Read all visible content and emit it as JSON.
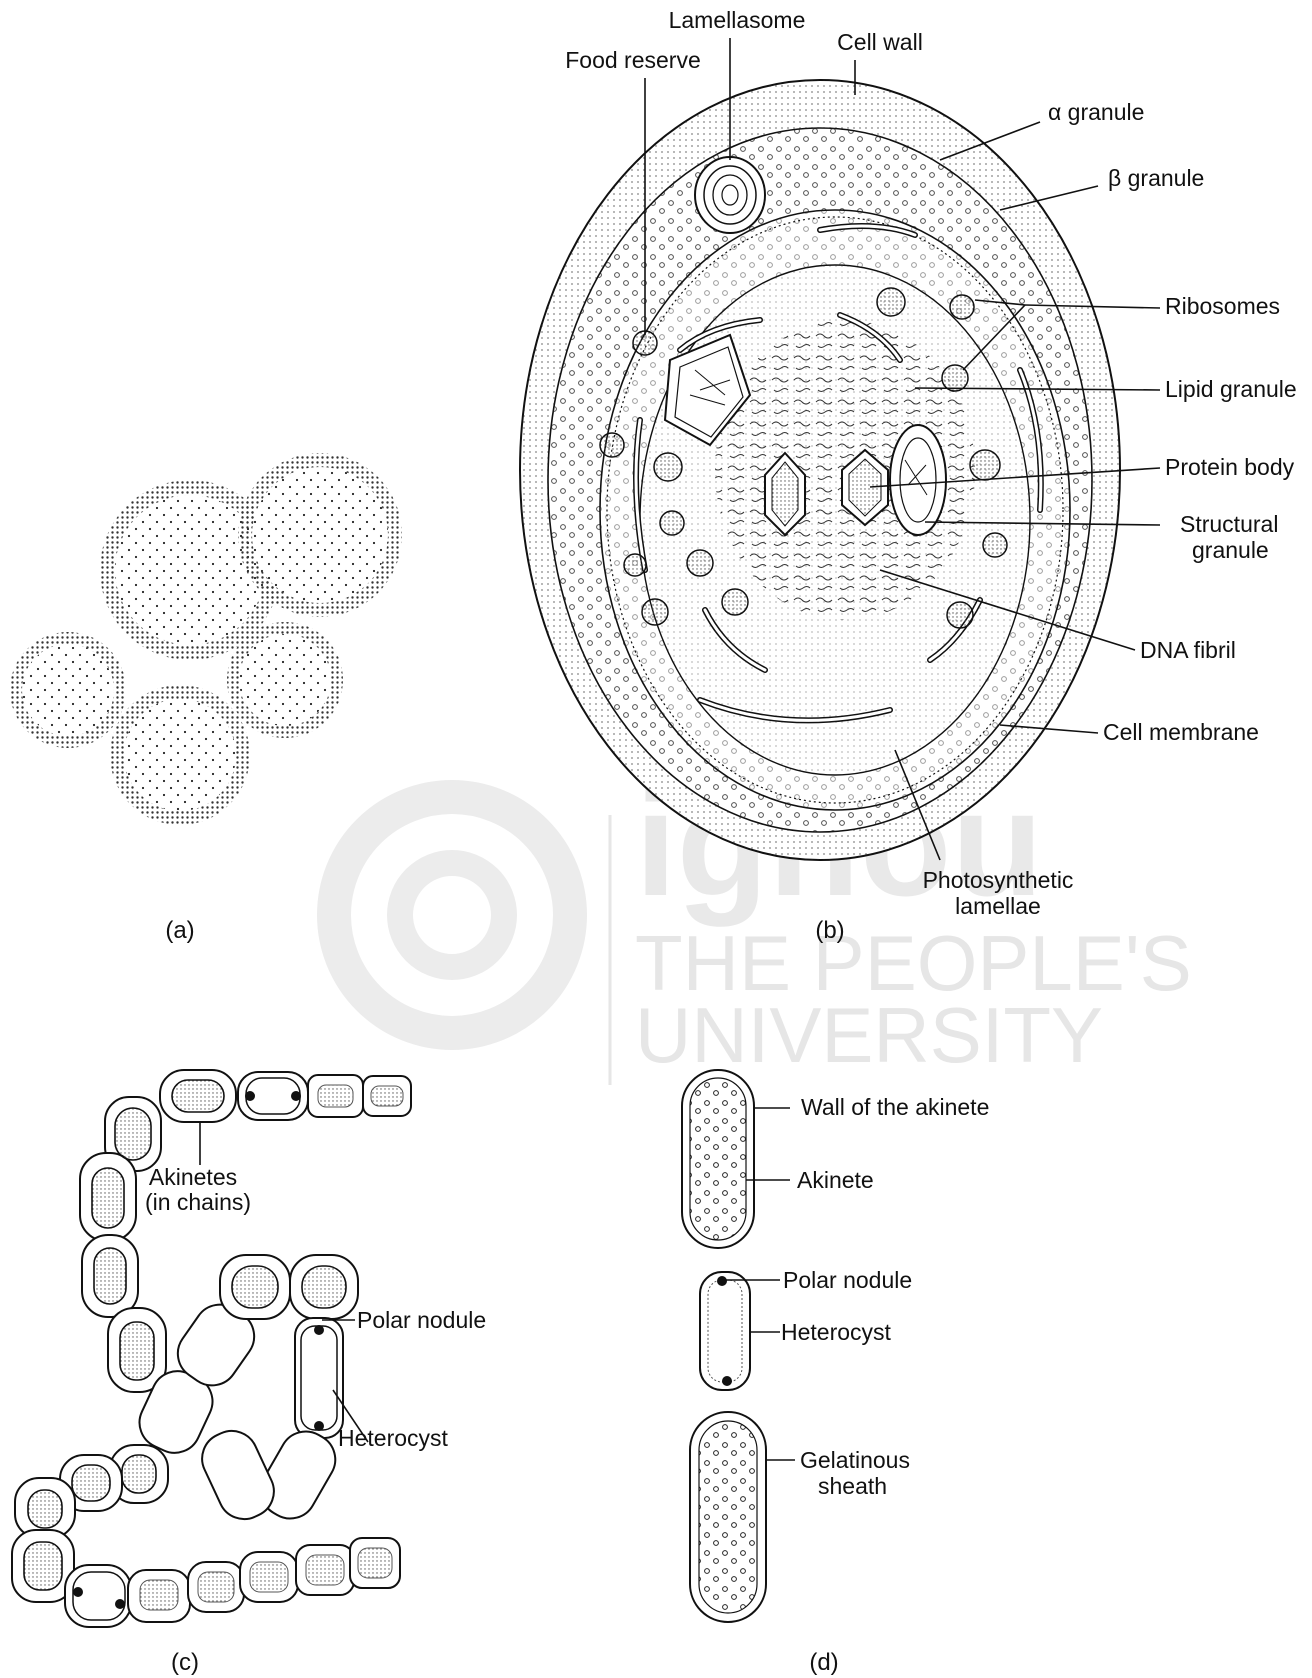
{
  "watermark": {
    "brand": "ignou",
    "line1": "THE PEOPLE'S",
    "line2": "UNIVERSITY"
  },
  "panels": {
    "a": {
      "caption": "(a)"
    },
    "b": {
      "caption": "(b)",
      "labels": {
        "lamellasome": "Lamellasome",
        "food_reserve": "Food reserve",
        "cell_wall": "Cell wall",
        "alpha_granule": "α granule",
        "beta_granule": "β granule",
        "ribosomes": "Ribosomes",
        "lipid_granule": "Lipid granule",
        "protein_body": "Protein body",
        "structural_granule_1": "Structural",
        "structural_granule_2": "granule",
        "dna_fibril": "DNA fibril",
        "cell_membrane": "Cell membrane",
        "photosynthetic_lamellae_1": "Photosynthetic",
        "photosynthetic_lamellae_2": "lamellae"
      }
    },
    "c": {
      "caption": "(c)",
      "labels": {
        "akinetes_1": "Akinetes",
        "akinetes_2": "(in chains)",
        "polar_nodule": "Polar nodule",
        "heterocyst": "Heterocyst"
      }
    },
    "d": {
      "caption": "(d)",
      "labels": {
        "wall_of_akinete": "Wall of the akinete",
        "akinete": "Akinete",
        "polar_nodule": "Polar nodule",
        "heterocyst": "Heterocyst",
        "gelatinous_sheath_1": "Gelatinous",
        "gelatinous_sheath_2": "sheath"
      }
    }
  }
}
